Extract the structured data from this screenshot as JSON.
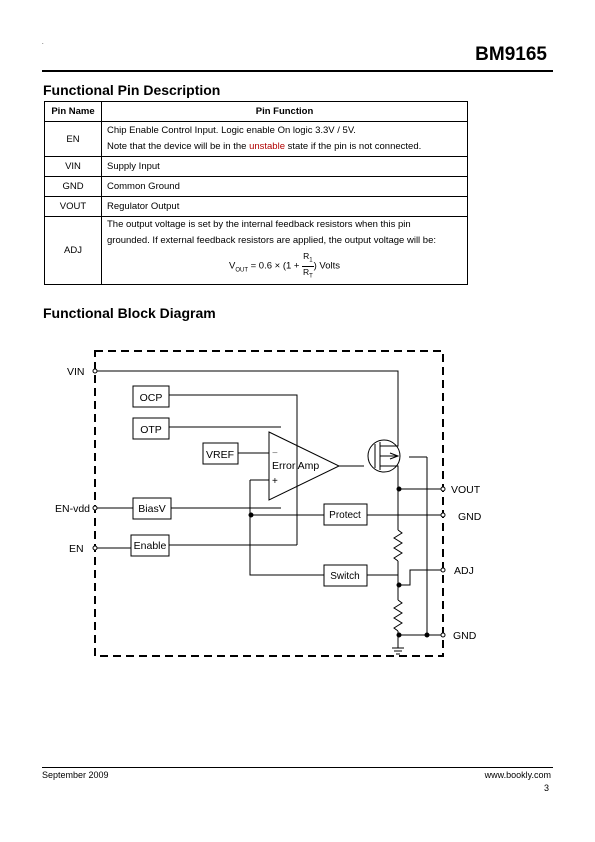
{
  "header": {
    "dot": ".",
    "part_number": "BM9165"
  },
  "pin_section": {
    "title": "Functional  Pin  Description",
    "columns": [
      "Pin Name",
      "Pin Function"
    ],
    "rows": [
      {
        "name": "EN",
        "line1": "Chip Enable Control Input.   Logic enable On logic 3.3V / 5V.",
        "line2_pre": "Note that the device will be in the ",
        "line2_highlight": "unstable",
        "line2_post": " state if the pin is not connected."
      },
      {
        "name": "VIN",
        "line1": "Supply Input"
      },
      {
        "name": "GND",
        "line1": "Common Ground"
      },
      {
        "name": "VOUT",
        "line1": "Regulator Output"
      },
      {
        "name": "ADJ",
        "line1": "The output voltage is set by the internal feedback resistors when this pin",
        "line2": "grounded. If external feedback resistors are applied, the output voltage will be:",
        "formula": {
          "lhs": "V",
          "lhs_sub": "OUT",
          "mid": " = 0.6 × (1 + ",
          "num": "R",
          "num_sub": "1",
          "den": "R",
          "den_sub": "T",
          "tail": ") Volts"
        }
      }
    ]
  },
  "block_section": {
    "title": "Functional Block Diagram",
    "pins_left": {
      "vin": "VIN",
      "en_vdd": "EN-vdd",
      "en": "EN"
    },
    "pins_right": {
      "vout": "VOUT",
      "gnd1": "GND",
      "adj": "ADJ",
      "gnd2": "GND"
    },
    "blocks": {
      "ocp": "OCP",
      "otp": "OTP",
      "vref": "VREF",
      "biasv": "BiasV",
      "enable": "Enable",
      "error_amp": "Error Amp",
      "protect": "Protect",
      "switch": "Switch"
    },
    "amp_minus": "−",
    "amp_plus": "+"
  },
  "footer": {
    "date": "September   2009",
    "website": "www.bookly.com",
    "page": "3"
  }
}
